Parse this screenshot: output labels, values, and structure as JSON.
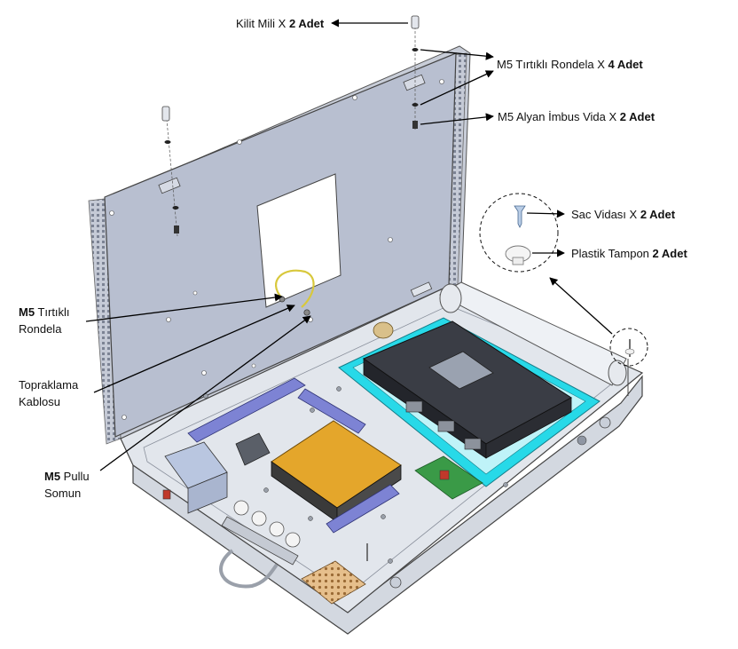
{
  "labels": {
    "lock_shaft": {
      "text": "Kilit Mili X ",
      "qty": "2 Adet"
    },
    "m5_serrated_washer": {
      "text": "M5 Tırtıklı Rondela X ",
      "qty": "4 Adet"
    },
    "m5_allen_screw": {
      "text": "M5 Alyan İmbus Vida X ",
      "qty": "2 Adet"
    },
    "sheet_screw": {
      "text": "Sac Vidası X ",
      "qty": "2 Adet"
    },
    "plastic_bumper": {
      "text": "Plastik Tampon  ",
      "qty": "2 Adet"
    },
    "left_washer": {
      "bold": "M5",
      "text": " Tırtıklı",
      "line2": "Rondela"
    },
    "ground_cable": {
      "line1": "Topraklama",
      "line2": "Kablosu"
    },
    "flange_nut": {
      "bold": "M5",
      "text": " Pullu",
      "line2": "Somun"
    }
  },
  "colors": {
    "enclosure": "#dfe4ea",
    "lid_panel": "#b8bfd0",
    "cyan_pad": "#27d9e8",
    "battery": "#e4a62b",
    "pcb": "#3a9a47",
    "busbar": "#7d83d4"
  }
}
